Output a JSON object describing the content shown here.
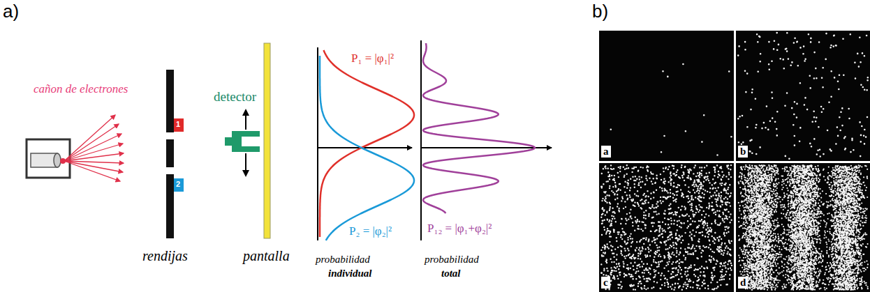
{
  "diagram": {
    "labels": [
      "a)",
      "b)",
      "cañon de electrones",
      "detector",
      "1",
      "2",
      "rendijas",
      "pantalla",
      "P₁ = |φ₁|²",
      "P₂ = |φ₂|²",
      "P₁₂ = |φ₁+φ₂|²",
      "probabilidad",
      "individual",
      "probabilidad",
      "total",
      "a",
      "b",
      "c",
      "d"
    ]
  }
}
